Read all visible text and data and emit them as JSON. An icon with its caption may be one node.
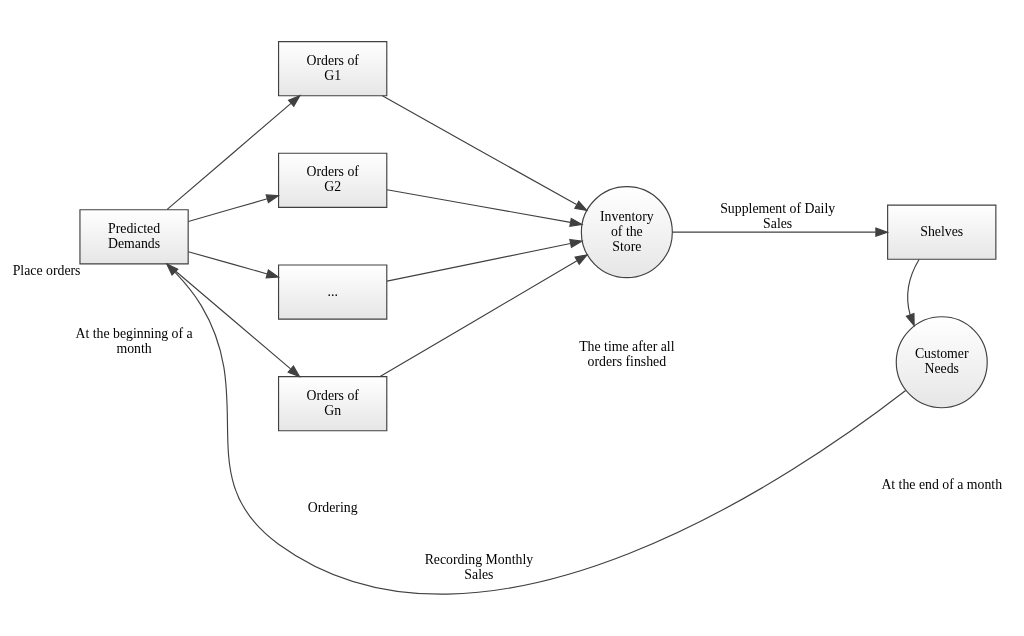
{
  "diagram": {
    "nodes": [
      {
        "text": [
          "Predicted Demands"
        ],
        "beside": [
          "Place orders"
        ]
      },
      {
        "text": [
          "Orders of G1"
        ]
      },
      {
        "text": [
          "Orders of G2"
        ]
      },
      {
        "text": [
          "..."
        ]
      },
      {
        "text": [
          "Orders of Gn"
        ]
      },
      {
        "text": [
          "Inventory of the Store"
        ]
      },
      {
        "text": [
          "Shelves"
        ]
      },
      {
        "text": [
          "Customer Needs"
        ]
      }
    ],
    "edges": [
      {
        "from": 0,
        "to": 1,
        "arrow": "to"
      },
      {
        "from": 0,
        "to": 2,
        "arrow": "to"
      },
      {
        "from": 0,
        "to": 3,
        "arrow": "to"
      },
      {
        "from": 0,
        "to": 4,
        "arrow": "to"
      },
      {
        "from": 1,
        "to": 5,
        "arrow": "to"
      },
      {
        "from": 2,
        "to": 5,
        "arrow": "to"
      },
      {
        "from": 3,
        "to": 5,
        "arrow": "to"
      },
      {
        "from": 4,
        "to": 5,
        "arrow": "to"
      },
      {
        "from": 5,
        "to": 6,
        "label": "Supplement of Daily Sales",
        "arrow": "to"
      },
      {
        "from": 6,
        "to": 7,
        "arrow": "to"
      },
      {
        "from": 7,
        "to": 0,
        "label": "Recording Monthly Sales",
        "arrow": "to"
      }
    ],
    "labels": [
      "Ordering",
      "At the beginning of a month",
      "The time after all orders finshed",
      "At the end of a month"
    ]
  }
}
